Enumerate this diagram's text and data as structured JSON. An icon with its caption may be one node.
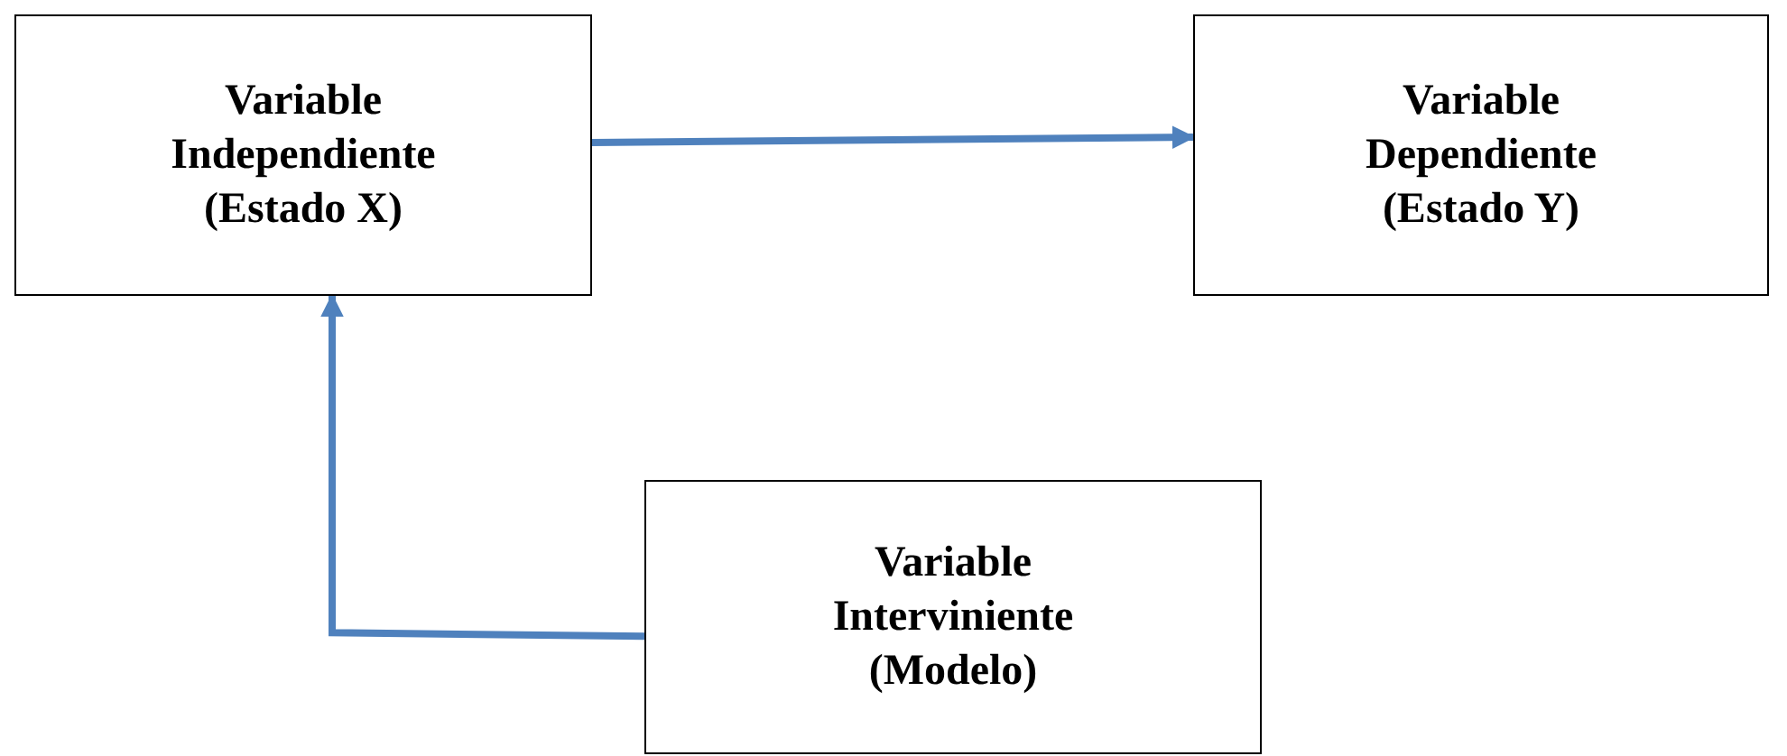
{
  "diagram": {
    "nodes": [
      {
        "text": [
          "Variable Independiente (Estado X)"
        ]
      },
      {
        "text": [
          "Variable Dependiente (Estado Y)"
        ]
      },
      {
        "text": [
          "Variable Interviniente (Modelo)"
        ]
      }
    ],
    "edges": [
      {
        "from": 0,
        "to": 1,
        "arrow": "to"
      },
      {
        "from": 2,
        "to": 0,
        "arrow": "to"
      }
    ]
  }
}
